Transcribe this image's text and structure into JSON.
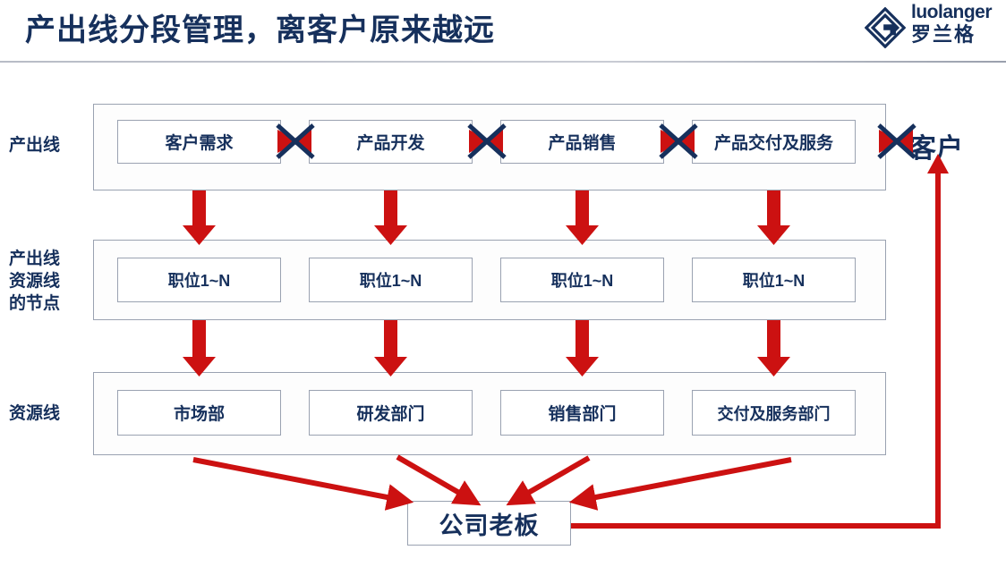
{
  "header": {
    "title": "产出线分段管理，离客户原来越远",
    "logo": {
      "en": "luolanger",
      "cn": "罗兰格",
      "mark": "diamond-g-logo-icon"
    },
    "accent_color": "#16305c",
    "arrow_color": "#cc1111"
  },
  "diagram": {
    "rows": [
      {
        "label": "产出线",
        "label_lines": [
          "产出线"
        ],
        "nodes": [
          "客户需求",
          "产品开发",
          "产品销售",
          "产品交付及服务"
        ],
        "separator": "x-block-icon"
      },
      {
        "label": "产出线资源线的节点",
        "label_lines": [
          "产出线",
          "资源线",
          "的节点"
        ],
        "nodes": [
          "职位1~N",
          "职位1~N",
          "职位1~N",
          "职位1~N"
        ]
      },
      {
        "label": "资源线",
        "label_lines": [
          "资源线"
        ],
        "nodes": [
          "市场部",
          "研发部门",
          "销售部门",
          "交付及服务部门"
        ]
      }
    ],
    "customer": "客户",
    "boss": "公司老板",
    "vertical_arrows": "red-down-arrow-icon",
    "converging_arrows": "red-arrow-to-boss-icon",
    "feedback_arrow": "red-arrow-boss-to-customer-icon"
  }
}
